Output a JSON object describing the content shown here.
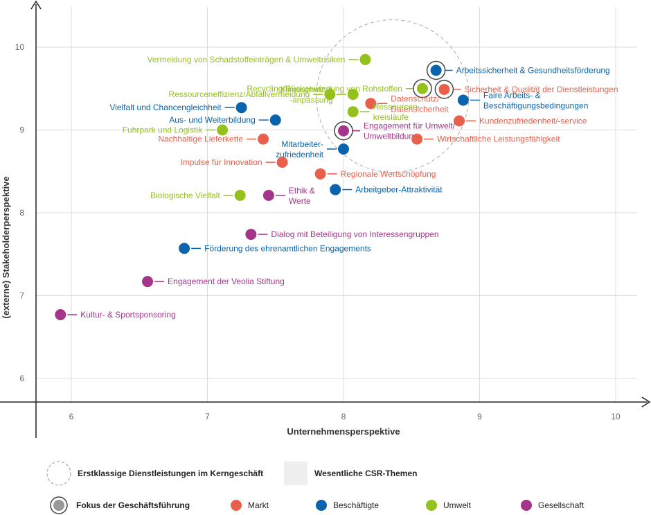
{
  "chart_data": {
    "type": "scatter",
    "xlabel": "Unternehmensperspektive",
    "ylabel": "(externe) Stakeholderperspektive",
    "xlim": [
      5.75,
      10.1
    ],
    "ylim": [
      5.7,
      10.4
    ],
    "x_ticks": [
      "6",
      "7",
      "8",
      "9",
      "10"
    ],
    "y_ticks": [
      "6",
      "7",
      "8",
      "9",
      "10"
    ],
    "grid": true,
    "colors": {
      "Markt": "#e8604c",
      "Beschäftigte": "#0a64ad",
      "Umwelt": "#95c11f",
      "Gesellschaft": "#a3368a"
    },
    "focus_region": {
      "label": "Erstklassige Dienstleistungen im Kerngeschäft",
      "center": [
        8.36,
        9.41
      ],
      "radius": [
        0.95,
        0.75
      ]
    },
    "legend": {
      "core_services": "Erstklassige Dienstleistungen im Kerngeschäft",
      "csr_themes": "Wesentliche CSR-Themen",
      "management_focus": "Fokus der Geschäftsführung",
      "categories": [
        "Markt",
        "Beschäftigte",
        "Umwelt",
        "Gesellschaft"
      ]
    },
    "points": [
      {
        "label": [
          "Vermeidung von Schadstoffeinträgen & Umweltrisiken"
        ],
        "x": 8.16,
        "y": 9.85,
        "category": "Umwelt",
        "side": "left"
      },
      {
        "label": [
          "Arbeitssicherheit & Gesundheitsförderung"
        ],
        "x": 8.68,
        "y": 9.72,
        "category": "Beschäftigte",
        "side": "right",
        "focus": true
      },
      {
        "label": [
          "Recycling/Rückgewinnung von Rohstoffen"
        ],
        "x": 8.58,
        "y": 9.5,
        "category": "Umwelt",
        "side": "left",
        "focus": true
      },
      {
        "label": [
          "Sicherheit & Qualität der Dienstleistungen"
        ],
        "x": 8.74,
        "y": 9.49,
        "category": "Markt",
        "side": "right",
        "focus": true
      },
      {
        "label": [
          "Ressourceneffizienz/Abfallvermeidung"
        ],
        "x": 7.9,
        "y": 9.43,
        "category": "Umwelt",
        "side": "left"
      },
      {
        "label": [
          "Klimaschutz &",
          "-anpassung"
        ],
        "x": 8.07,
        "y": 9.43,
        "category": "Umwelt",
        "side": "left"
      },
      {
        "label": [
          "Faire Arbeits- &",
          "Beschäftigungsbedingungen"
        ],
        "x": 8.88,
        "y": 9.36,
        "category": "Beschäftigte",
        "side": "right"
      },
      {
        "label": [
          "Vielfalt und Chancengleichheit"
        ],
        "x": 7.25,
        "y": 9.27,
        "category": "Beschäftigte",
        "side": "left"
      },
      {
        "label": [
          "Datenschutz/",
          "Datensicherheit"
        ],
        "x": 8.2,
        "y": 9.32,
        "category": "Markt",
        "side": "right"
      },
      {
        "label": [
          "Ressourcen-",
          "kreisläufe"
        ],
        "x": 8.07,
        "y": 9.22,
        "category": "Umwelt",
        "side": "right"
      },
      {
        "label": [
          "Aus- und Weiterbildung"
        ],
        "x": 7.5,
        "y": 9.12,
        "category": "Beschäftigte",
        "side": "left"
      },
      {
        "label": [
          "Kundenzufriedenheit/-service"
        ],
        "x": 8.85,
        "y": 9.11,
        "category": "Markt",
        "side": "right"
      },
      {
        "label": [
          "Fuhrpark und Logistik"
        ],
        "x": 7.11,
        "y": 9.0,
        "category": "Umwelt",
        "side": "left"
      },
      {
        "label": [
          "Engagement für Umwelt/",
          "Umweltbildung"
        ],
        "x": 8.0,
        "y": 8.99,
        "category": "Gesellschaft",
        "side": "right",
        "focus": true
      },
      {
        "label": [
          "Mitarbeiter-",
          "zufriedenheit"
        ],
        "x": 8.0,
        "y": 8.77,
        "category": "Beschäftigte",
        "side": "left"
      },
      {
        "label": [
          "Nachhaltige Lieferkette"
        ],
        "x": 7.41,
        "y": 8.89,
        "category": "Markt",
        "side": "left"
      },
      {
        "label": [
          "Wirtschaftliche Leistungsfähigkeit"
        ],
        "x": 8.54,
        "y": 8.89,
        "category": "Markt",
        "side": "right"
      },
      {
        "label": [
          "Impulse für Innovation"
        ],
        "x": 7.55,
        "y": 8.61,
        "category": "Markt",
        "side": "left"
      },
      {
        "label": [
          "Regionale Wertschöpfung"
        ],
        "x": 7.83,
        "y": 8.47,
        "category": "Markt",
        "side": "right"
      },
      {
        "label": [
          "Arbeitgeber-Attraktivität"
        ],
        "x": 7.94,
        "y": 8.28,
        "category": "Beschäftigte",
        "side": "right"
      },
      {
        "label": [
          "Biologische Vielfalt"
        ],
        "x": 7.24,
        "y": 8.21,
        "category": "Umwelt",
        "side": "left"
      },
      {
        "label": [
          "Ethik &",
          "Werte"
        ],
        "x": 7.45,
        "y": 8.21,
        "category": "Gesellschaft",
        "side": "right"
      },
      {
        "label": [
          "Dialog mit Beteiligung von Interessengruppen"
        ],
        "x": 7.32,
        "y": 7.74,
        "category": "Gesellschaft",
        "side": "right"
      },
      {
        "label": [
          "Förderung des ehrenamtlichen Engagements"
        ],
        "x": 6.83,
        "y": 7.57,
        "category": "Beschäftigte",
        "side": "right"
      },
      {
        "label": [
          "Engagement der Veolia Stiftung"
        ],
        "x": 6.56,
        "y": 7.17,
        "category": "Gesellschaft",
        "side": "right"
      },
      {
        "label": [
          "Kultur- & Sportsponsoring"
        ],
        "x": 5.92,
        "y": 6.77,
        "category": "Gesellschaft",
        "side": "right"
      }
    ]
  }
}
